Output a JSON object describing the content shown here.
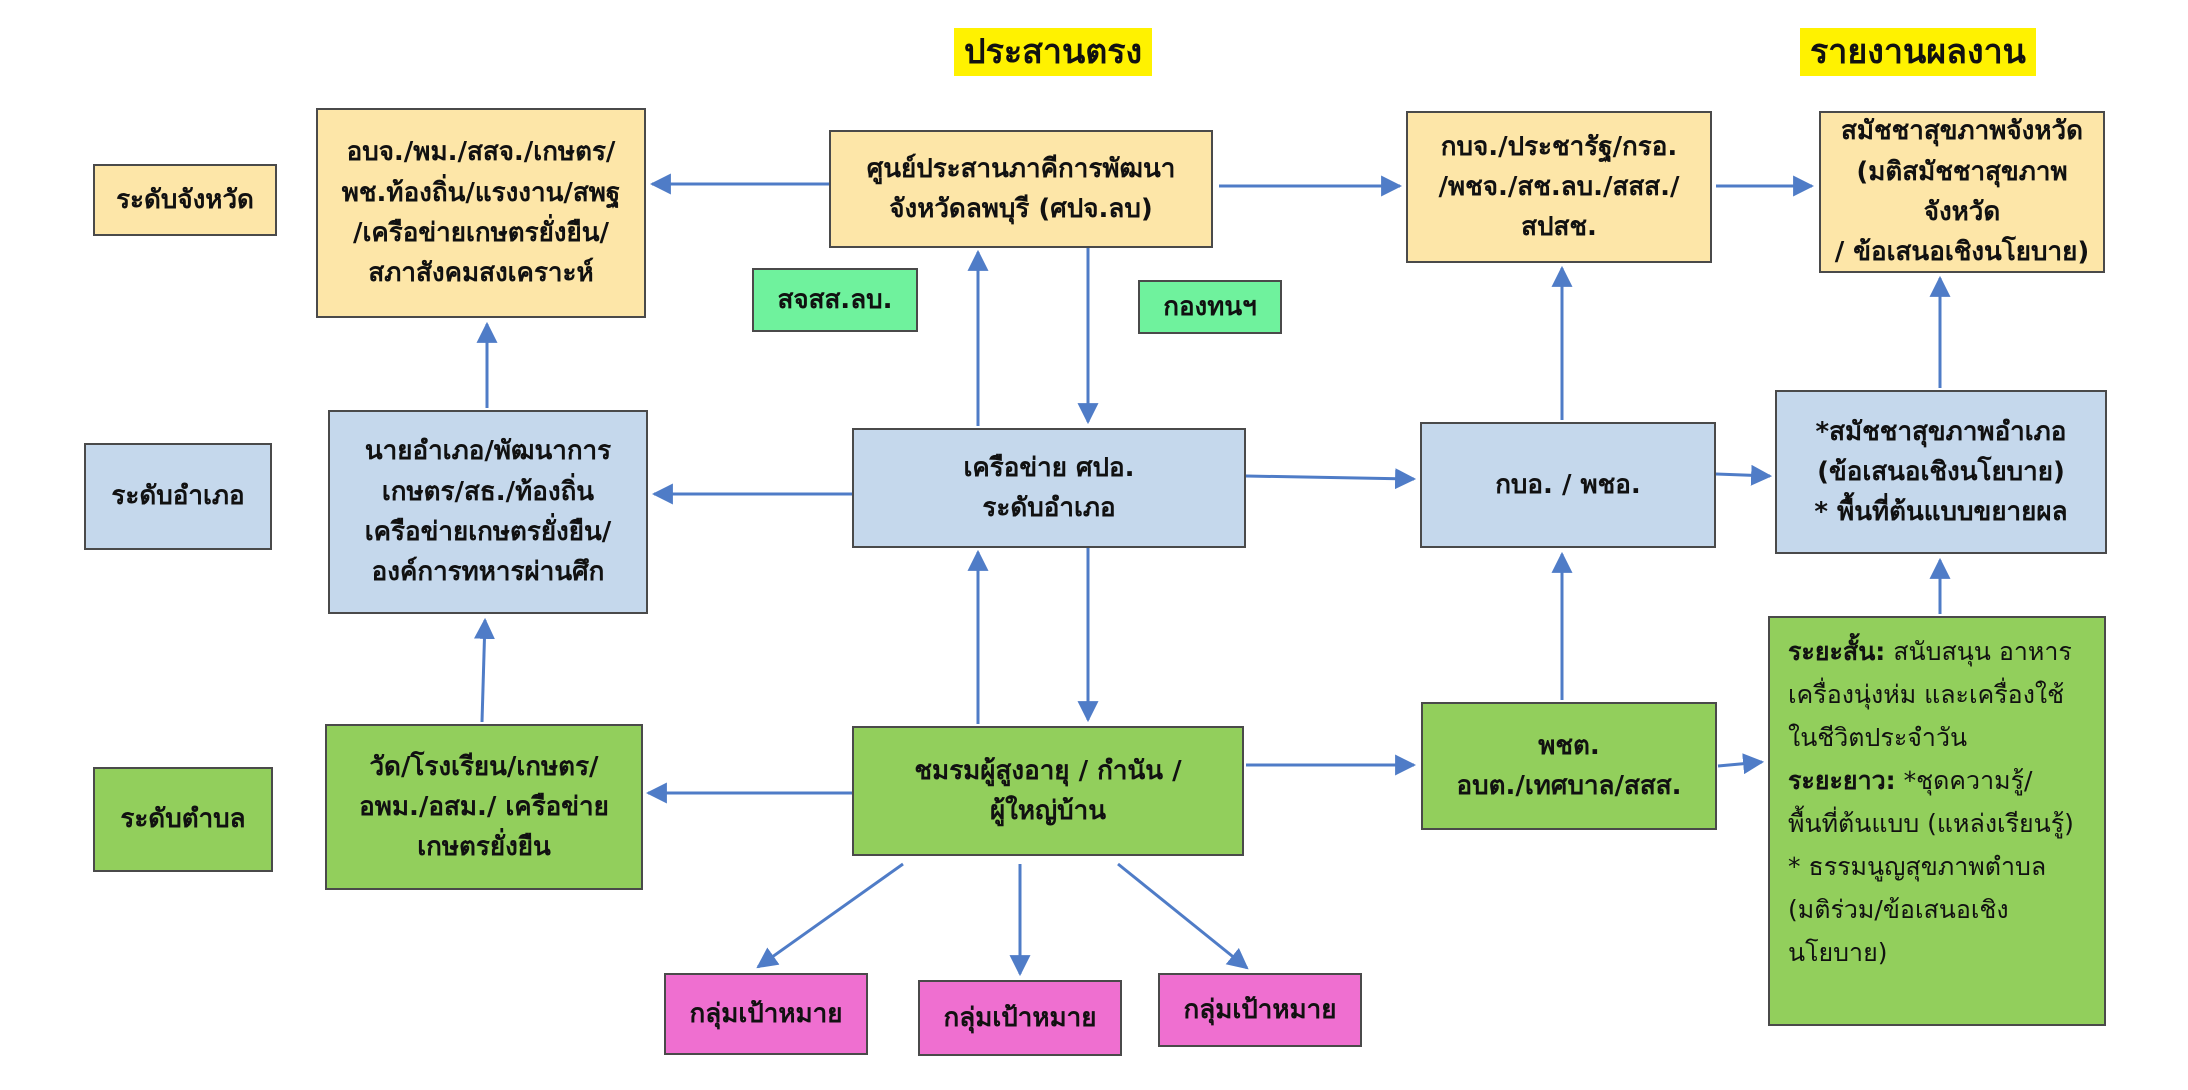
{
  "headers": {
    "coordinate": "ประสานตรง",
    "report": "รายงานผลงาน"
  },
  "levels": {
    "province": "ระดับจังหวัด",
    "district": "ระดับอำเภอ",
    "subdistrict": "ระดับตำบล"
  },
  "province": {
    "agencies": [
      "อบจ./พม./สสจ./เกษตร/",
      "พช.ท้องถิ่น/แรงงาน/สพฐ",
      "/เครือข่ายเกษตรยั่งยืน/",
      "สภาสังคมสงเคราะห์"
    ],
    "center": [
      "ศูนย์ประสานภาคีการพัฒนา",
      "จังหวัดลพบุรี (ศปจ.ลบ)"
    ],
    "committee": [
      "กบจ./ประชารัฐ/กรอ.",
      "/พชจ./สช.ลบ./สสส./",
      "สปสช."
    ],
    "assembly": [
      "สมัชชาสุขภาพจังหวัด",
      "(มติสมัชชาสุขภาพจังหวัด",
      "/ ข้อเสนอเชิงนโยบาย)"
    ],
    "partner_a": "สจสส.ลบ.",
    "partner_b": "กองทนฯ"
  },
  "district": {
    "agencies": [
      "นายอำเภอ/พัฒนาการ",
      "เกษตร/สธ./ท้องถิ่น",
      "เครือข่ายเกษตรยั่งยืน/",
      "องค์การทหารผ่านศึก"
    ],
    "network": [
      "เครือข่าย ศปอ.",
      "ระดับอำเภอ"
    ],
    "committee": "กบอ. / พชอ.",
    "assembly": [
      "*สมัชชาสุขภาพอำเภอ",
      "(ข้อเสนอเชิงนโยบาย)",
      "* พื้นที่ต้นแบบขยายผล"
    ]
  },
  "subdistrict": {
    "agencies": [
      "วัด/โรงเรียน/เกษตร/",
      "อพม./อสม./ เครือข่าย",
      "เกษตรยั่งยืน"
    ],
    "club": [
      "ชมรมผู้สูงอายุ / กำนัน /",
      "ผู้ใหญ่บ้าน"
    ],
    "committee": [
      "พชต.",
      "อบต./เทศบาล/สสส."
    ]
  },
  "outcomes": {
    "short_label": "ระยะสั้น:",
    "short_text": " สนับสนุน อาหาร",
    "short_rest": [
      "เครื่องนุ่งห่ม และเครื่องใช้",
      "ในชีวิตประจำวัน"
    ],
    "long_label": "ระยะยาว:",
    "long_text": "  *ชุดความรู้/",
    "long_rest": [
      "พื้นที่ต้นแบบ  (แหล่งเรียนรู้)",
      "* ธรรมนูญสุขภาพตำบล",
      "(มติร่วม/ข้อเสนอเชิง",
      "นโยบาย)"
    ]
  },
  "targets": [
    "กลุ่มเป้าหมาย",
    "กลุ่มเป้าหมาย",
    "กลุ่มเป้าหมาย"
  ],
  "colors": {
    "province": "#fde6a8",
    "district": "#c5d8ec",
    "subdistrict": "#92cf5c",
    "partner": "#6ff29d",
    "target": "#ef6fd0",
    "highlight": "#fff200",
    "arrow": "#4f7cc7"
  }
}
